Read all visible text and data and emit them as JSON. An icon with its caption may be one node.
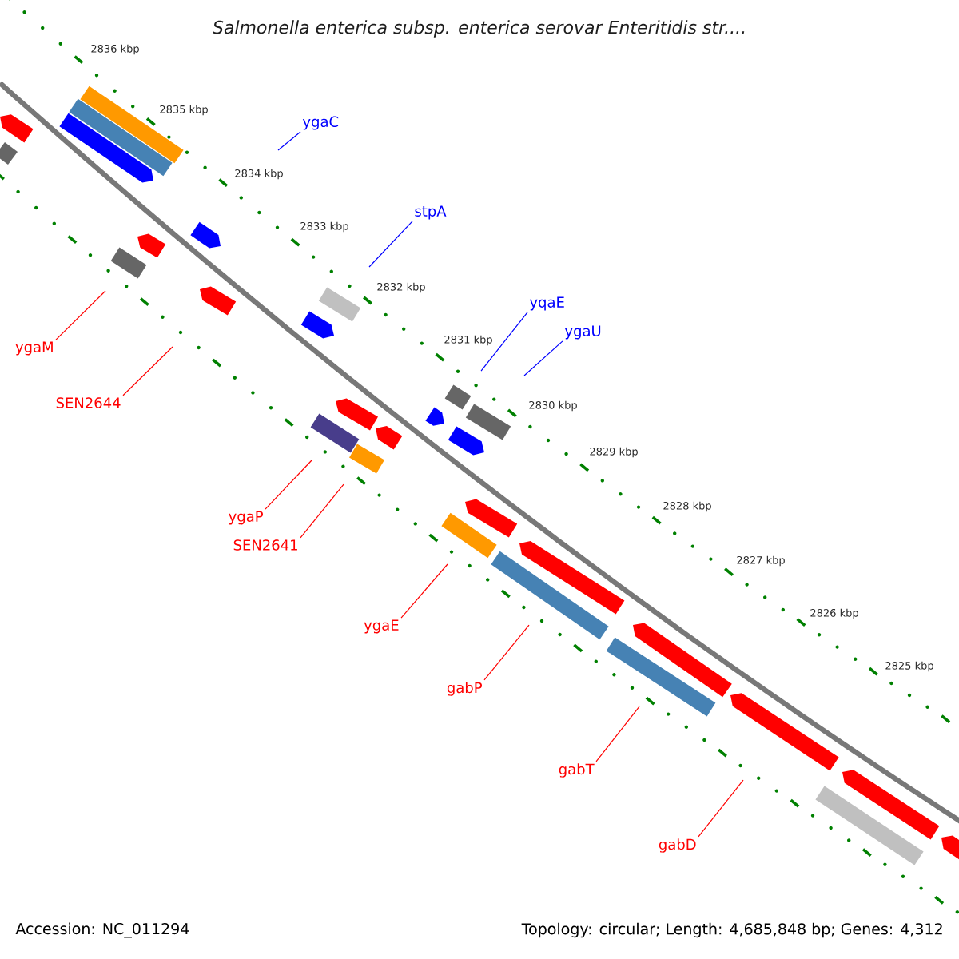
{
  "diagram": {
    "title": "Salmonella enterica subsp. enterica serovar Enteritidis str....",
    "nodes": [
      {
        "text": [
          "ygaC"
        ]
      },
      {
        "text": [
          "stpA"
        ]
      },
      {
        "text": [
          "yqaE"
        ]
      },
      {
        "text": [
          "ygaU"
        ]
      },
      {
        "text": [
          "ygaM"
        ]
      },
      {
        "text": [
          "SEN2644"
        ]
      },
      {
        "text": [
          "ygaP"
        ]
      },
      {
        "text": [
          "SEN2641"
        ]
      },
      {
        "text": [
          "ygaE"
        ]
      },
      {
        "text": [
          "gabP"
        ]
      },
      {
        "text": [
          "gabT"
        ]
      },
      {
        "text": [
          "gabD"
        ]
      }
    ],
    "edges": [
      {
        "from": 0,
        "to": null,
        "arrow": "none",
        "color": "#0000ff"
      },
      {
        "from": 1,
        "to": null,
        "arrow": "none",
        "color": "#0000ff"
      },
      {
        "from": 2,
        "to": null,
        "arrow": "none",
        "color": "#0000ff"
      },
      {
        "from": 3,
        "to": null,
        "arrow": "none",
        "color": "#0000ff"
      },
      {
        "from": 4,
        "to": null,
        "arrow": "none"
      },
      {
        "from": 5,
        "to": null,
        "arrow": "none"
      },
      {
        "from": 6,
        "to": null,
        "arrow": "none"
      },
      {
        "from": 7,
        "to": null,
        "arrow": "none"
      },
      {
        "from": 8,
        "to": null,
        "arrow": "none"
      },
      {
        "from": 9,
        "to": null,
        "arrow": "none"
      },
      {
        "from": 10,
        "to": null,
        "arrow": "none"
      },
      {
        "from": 11,
        "to": null,
        "arrow": "none"
      }
    ],
    "labels": [
      "2836 kbp",
      "2835 kbp",
      "2834 kbp",
      "2833 kbp",
      "2832 kbp",
      "2831 kbp",
      "2830 kbp",
      "2829 kbp",
      "2828 kbp",
      "2827 kbp",
      "2826 kbp",
      "2825 kbp",
      "Accession: NC_011294",
      "Topology: circular; Length: 4,685,848 bp; Genes: 4,312"
    ]
  }
}
